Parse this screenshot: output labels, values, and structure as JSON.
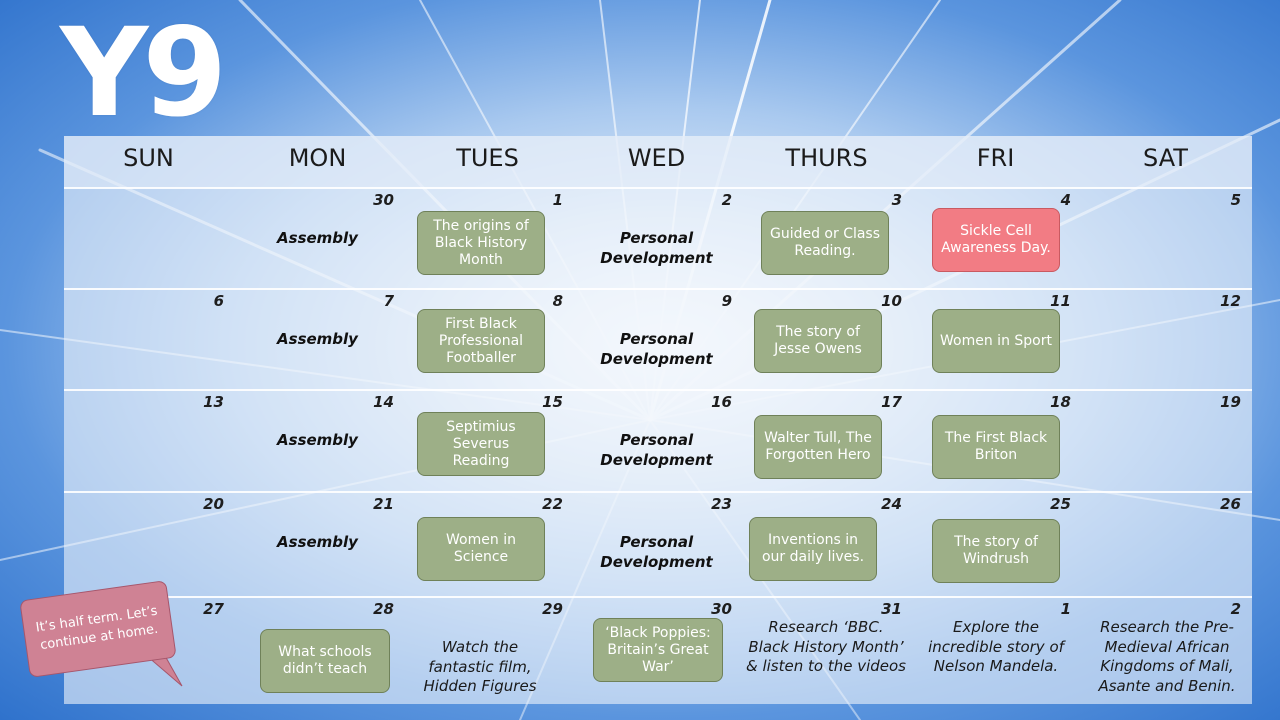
{
  "title": "Y9",
  "weekdays": [
    "SUN",
    "MON",
    "TUES",
    "WED",
    "THURS",
    "FRI",
    "SAT"
  ],
  "weeks": [
    {
      "days": [
        "",
        "30",
        "1",
        "2",
        "3",
        "4",
        "5"
      ],
      "mon_label": "Assembly",
      "tue_box": "The origins of Black History Month",
      "wed_label": "Personal Development",
      "thu_box": "Guided or Class Reading.",
      "fri_box": "Sickle Cell Awareness Day."
    },
    {
      "days": [
        "6",
        "7",
        "8",
        "9",
        "10",
        "11",
        "12"
      ],
      "mon_label": "Assembly",
      "tue_box": "First Black Professional Footballer",
      "wed_label": "Personal Development",
      "thu_box": "The story of Jesse Owens",
      "fri_box": "Women in Sport"
    },
    {
      "days": [
        "13",
        "14",
        "15",
        "16",
        "17",
        "18",
        "19"
      ],
      "mon_label": "Assembly",
      "tue_box": "Septimius Severus Reading",
      "wed_label": "Personal Development",
      "thu_box": "Walter Tull, The Forgotten Hero",
      "fri_box": "The First Black Briton"
    },
    {
      "days": [
        "20",
        "21",
        "22",
        "23",
        "24",
        "25",
        "26"
      ],
      "mon_label": "Assembly",
      "tue_box": "Women in Science",
      "wed_label": "Personal Development",
      "thu_box": "Inventions in our daily lives.",
      "fri_box": "The story of Windrush"
    },
    {
      "days": [
        "27",
        "28",
        "29",
        "30",
        "31",
        "1",
        "2"
      ],
      "mon_box": "What schools didn’t teach",
      "tue_note": "Watch the fantastic film, Hidden Figures",
      "wed_box": "‘Black Poppies: Britain’s Great War’",
      "thu_note": "Research ‘BBC. Black History Month’ & listen to the videos",
      "fri_note": "Explore the incredible story of Nelson Mandela.",
      "sat_note": "Research the Pre-Medieval African Kingdoms of Mali, Asante and Benin."
    }
  ],
  "half_term_bubble": "It’s half term. Let’s continue at home.",
  "colors": {
    "green_box": "#9daf87",
    "red_box": "#f27c84",
    "bubble": "#cf8294"
  }
}
